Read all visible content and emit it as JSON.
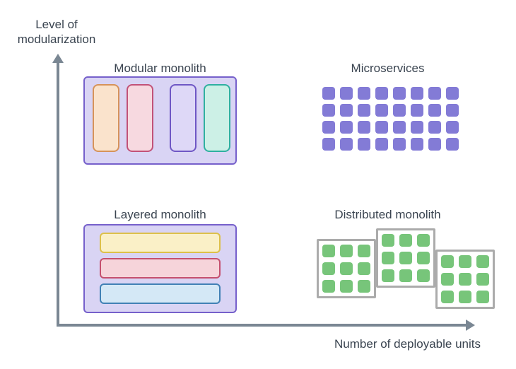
{
  "colors": {
    "text": "#3a4450",
    "axis": "#7a8793",
    "monolith_container_fill": "#d9d4f4",
    "monolith_container_border": "#7660cb",
    "distributed_box_border": "#ababab",
    "background": "#ffffff"
  },
  "axes": {
    "y_label_line1": "Level of",
    "y_label_line2": "modularization",
    "x_label": "Number of deployable units"
  },
  "quadrants": {
    "modular_monolith": {
      "title": "Modular monolith",
      "modules": [
        {
          "name": "orange-module",
          "fill": "#fae3cc",
          "border": "#d6935a"
        },
        {
          "name": "pink-module",
          "fill": "#f7d9e0",
          "border": "#c25278"
        },
        {
          "name": "purple-module",
          "fill": "#ded8f7",
          "border": "#6f57c5"
        },
        {
          "name": "teal-module",
          "fill": "#ccf0e6",
          "border": "#2fb0a0"
        }
      ]
    },
    "microservices": {
      "title": "Microservices",
      "grid": {
        "rows": 4,
        "cols": 8,
        "color": "#837bd6",
        "square_name": "microservice-square"
      }
    },
    "layered_monolith": {
      "title": "Layered monolith",
      "layers": [
        {
          "name": "yellow-layer",
          "fill": "#faf0c7",
          "border": "#ddc04a"
        },
        {
          "name": "pink-layer",
          "fill": "#f6d4da",
          "border": "#c5506f"
        },
        {
          "name": "blue-layer",
          "fill": "#d4e8f6",
          "border": "#4181b5"
        }
      ]
    },
    "distributed_monolith": {
      "title": "Distributed monolith",
      "box_count": 3,
      "grid": {
        "rows": 3,
        "cols": 3,
        "color": "#77c57a",
        "square_name": "service-square"
      }
    }
  }
}
